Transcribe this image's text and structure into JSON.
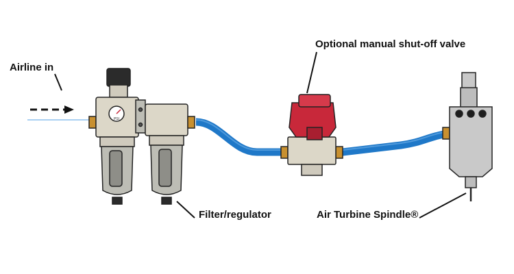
{
  "labels": {
    "airline_in": "Airline in",
    "shutoff_valve": "Optional manual shut-off valve",
    "filter_regulator": "Filter/regulator",
    "air_turbine_spindle": "Air Turbine Spindle®"
  },
  "gauge_text": "PSI",
  "colors": {
    "hose": "#1f78c8",
    "valve_red": "#c8283a",
    "body_beige": "#dcd7c8",
    "bowl_grey": "#bdbdb5",
    "brass": "#c89030",
    "spindle_grey": "#c9c9c9",
    "outline": "#222222"
  }
}
